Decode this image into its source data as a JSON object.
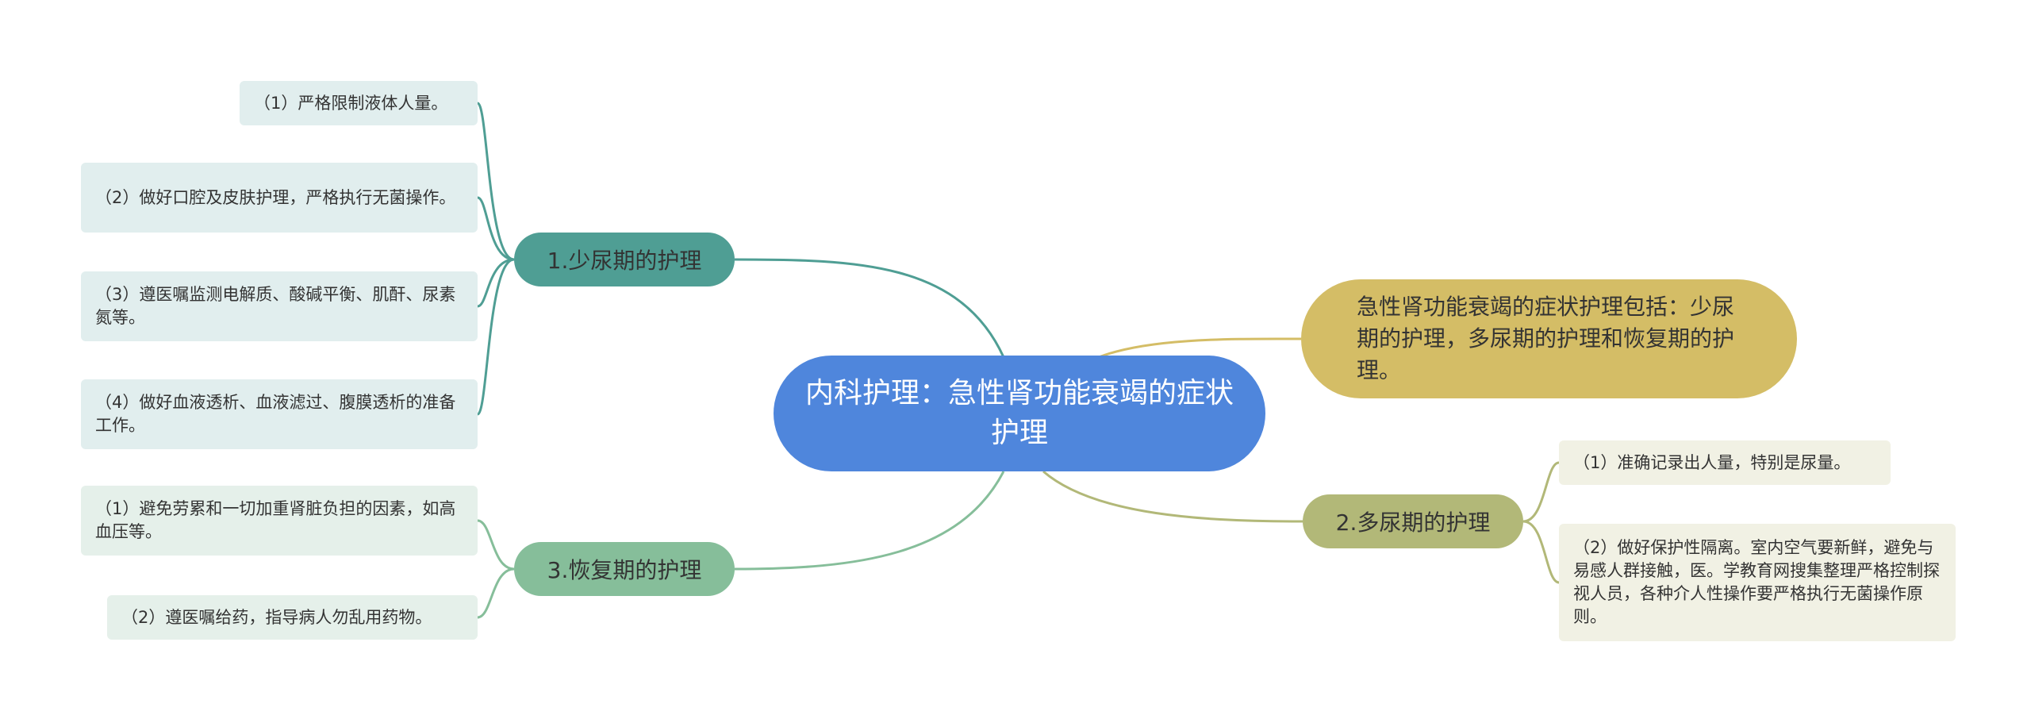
{
  "colors": {
    "center": "#4f86dc",
    "summary": "#d4bd66",
    "branch_1": "#4f9e94",
    "branch_2": "#b2b878",
    "branch_3": "#86be9a",
    "leaf_left": "#e1eeee",
    "leaf_right": "#f1f1e4"
  },
  "center": {
    "label": "内科护理：急性肾功能衰竭的症状护理"
  },
  "summary": {
    "label": "急性肾功能衰竭的症状护理包括：少尿期的护理，多尿期的护理和恢复期的护理。"
  },
  "branches": [
    {
      "label": "1.少尿期的护理",
      "items": [
        "（1）严格限制液体人量。",
        "（2）做好口腔及皮肤护理，严格执行无菌操作。",
        "（3）遵医嘱监测电解质、酸碱平衡、肌酐、尿素氮等。",
        "（4）做好血液透析、血液滤过、腹膜透析的准备工作。"
      ]
    },
    {
      "label": "2.多尿期的护理",
      "items": [
        "（1）准确记录出人量，特别是尿量。",
        "（2）做好保护性隔离。室内空气要新鲜，避免与易感人群接触，医。学教育网搜集整理严格控制探视人员，各种介人性操作要严格执行无菌操作原则。"
      ]
    },
    {
      "label": "3.恢复期的护理",
      "items": [
        "（1）避免劳累和一切加重肾脏负担的因素，如高血压等。",
        "（2）遵医嘱给药，指导病人勿乱用药物。"
      ]
    }
  ]
}
